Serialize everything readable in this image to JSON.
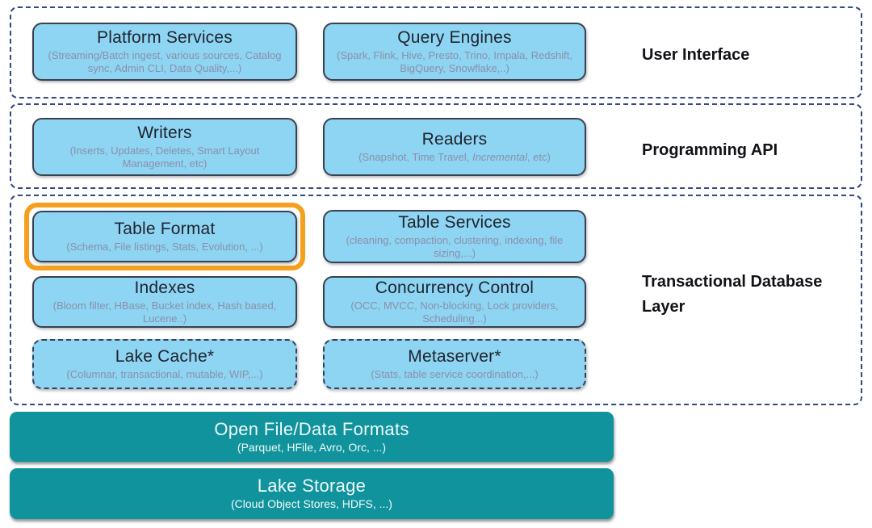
{
  "diagram": {
    "layers": [
      {
        "label": "User Interface",
        "boxes": [
          {
            "title": "Platform Services",
            "subtitle": "(Streaming/Batch ingest, various sources, Catalog sync, Admin CLI, Data Quality,...)"
          },
          {
            "title": "Query Engines",
            "subtitle": "(Spark, Flink, Hive, Presto, Trino, Impala, Redshift, BigQuery, Snowflake,..)"
          }
        ]
      },
      {
        "label": "Programming API",
        "boxes": [
          {
            "title": "Writers",
            "subtitle": "(Inserts, Updates, Deletes, Smart Layout Management, etc)"
          },
          {
            "title": "Readers",
            "subtitle_pre": "(Snapshot, Time Travel, ",
            "subtitle_italic": "Incremental",
            "subtitle_post": ", etc)"
          }
        ]
      },
      {
        "label": "Transactional Database Layer",
        "boxes": [
          {
            "title": "Table Format",
            "subtitle": "(Schema, File listings, Stats, Evolution, ...)",
            "highlighted": true
          },
          {
            "title": "Table Services",
            "subtitle": "(cleaning, compaction, clustering, indexing, file sizing,...)"
          },
          {
            "title": "Indexes",
            "subtitle": "(Bloom filter, HBase, Bucket index, Hash based, Lucene..)"
          },
          {
            "title": "Concurrency Control",
            "subtitle": "(OCC, MVCC, Non-blocking, Lock providers, Scheduling...)"
          },
          {
            "title": "Lake Cache*",
            "subtitle": "(Columnar, transactional, mutable, WIP,...)",
            "style": "dashed"
          },
          {
            "title": "Metaserver*",
            "subtitle": "(Stats, table service coordination,...)",
            "style": "dashed"
          }
        ]
      }
    ],
    "storage_bars": [
      {
        "title": "Open File/Data Formats",
        "subtitle": "(Parquet, HFile, Avro, Orc, ...)"
      },
      {
        "title": "Lake Storage",
        "subtitle": "(Cloud Object Stores, HDFS, ...)"
      }
    ],
    "colors": {
      "box_fill": "#8ED5F3",
      "box_border": "#3A4150",
      "container_dash_border": "#2E4A85",
      "highlight_orange": "#F5A01D",
      "teal_bar": "#10939C",
      "title_text": "#20242E",
      "subtitle_text": "#8A8FA8"
    }
  }
}
